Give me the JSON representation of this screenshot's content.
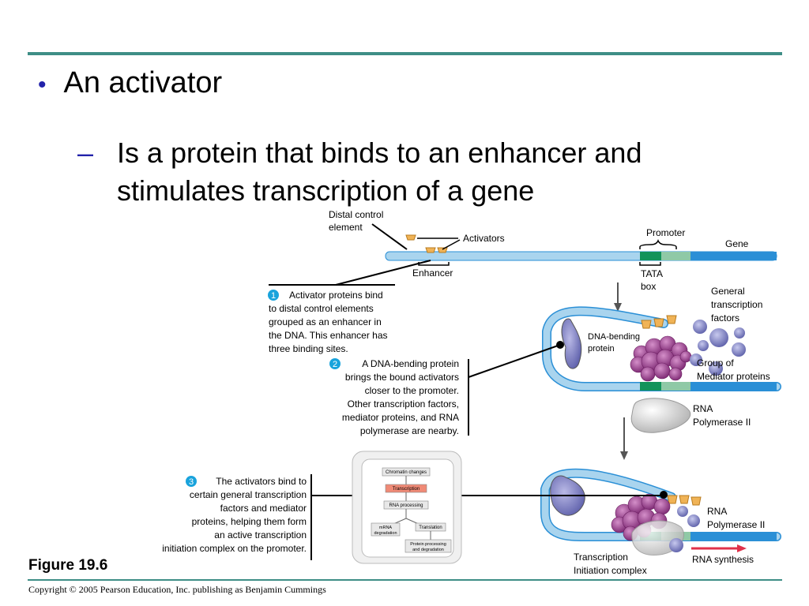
{
  "slide": {
    "bullet": "An activator",
    "sub_bullet": "Is a protein that binds to an enhancer and stimulates transcription of a gene",
    "figure_label": "Figure 19.6",
    "copyright": "Copyright © 2005 Pearson Education, Inc. publishing as Benjamin Cummings"
  },
  "labels": {
    "distal_control_1": "Distal control",
    "distal_control_2": "element",
    "activators": "Activators",
    "promoter": "Promoter",
    "gene": "Gene",
    "enhancer": "Enhancer",
    "tata_1": "TATA",
    "tata_2": "box",
    "gtf_1": "General",
    "gtf_2": "transcription",
    "gtf_3": "factors",
    "dna_bending_1": "DNA-bending",
    "dna_bending_2": "protein",
    "mediator_1": "Group of",
    "mediator_2": "Mediator proteins",
    "rnap_top_1": "RNA",
    "rnap_top_2": "Polymerase II",
    "rnap_bottom_1": "RNA",
    "rnap_bottom_2": "Polymerase II",
    "tic_1": "Transcription",
    "tic_2": "Initiation complex",
    "rna_synthesis": "RNA synthesis"
  },
  "steps": [
    {
      "number": "1",
      "lines": [
        "Activator proteins bind",
        "to distal control elements",
        "grouped as an enhancer in",
        "the DNA. This enhancer has",
        "three binding sites."
      ]
    },
    {
      "number": "2",
      "lines": [
        "A DNA-bending protein",
        "brings the bound activators",
        "closer to the promoter.",
        "Other transcription factors,",
        "mediator proteins, and RNA",
        "polymerase are nearby."
      ]
    },
    {
      "number": "3",
      "lines": [
        "The activators bind to",
        "certain general transcription",
        "factors and mediator",
        "proteins, helping them form",
        "an active transcription",
        "initiation complex on the promoter."
      ]
    }
  ],
  "inset": {
    "chromatin": "Chromatin changes",
    "transcription": "Transcription",
    "rna_processing": "RNA processing",
    "mrna_deg_1": "mRNA",
    "mrna_deg_2": "degradation",
    "translation": "Translation",
    "protein_proc_1": "Protein processing",
    "protein_proc_2": "and degradation"
  },
  "colors": {
    "rule": "#3e8e86",
    "bullet": "#2222aa",
    "dna": "#a9d4ee",
    "dna_dark": "#2a8fd6",
    "promoter_green": "#8fc9a6",
    "tata_green": "#12935a",
    "activator": "#f0b356",
    "mediator": "#9c3a8e",
    "gtf": "#7678c0",
    "step_circle": "#19a3dc",
    "rna_arrow": "#e0314a"
  }
}
